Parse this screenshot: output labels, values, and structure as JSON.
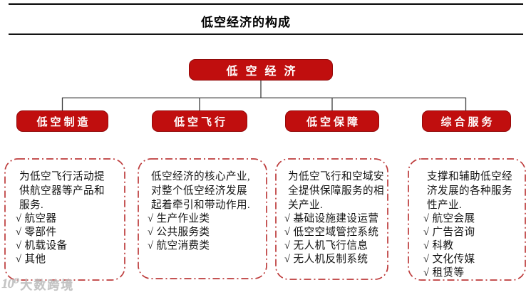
{
  "title": "低空经济的构成",
  "colors": {
    "node_red": "#c00e0e",
    "dash_border_red": "#bd3b3b",
    "connector": "#3d3d3d",
    "text": "#141414",
    "watermark_gray": "#b9b9b9"
  },
  "tree": {
    "root": {
      "label": "低空经济"
    },
    "children": [
      {
        "label": "低空制造"
      },
      {
        "label": "低空飞行"
      },
      {
        "label": "低空保障"
      },
      {
        "label": "综合服务"
      }
    ]
  },
  "boxes": [
    {
      "category": "低空制造",
      "desc_lines": [
        "为低空飞行活动提",
        "供航空器等产品和",
        "服务."
      ],
      "items": [
        "√ 航空器",
        "√ 零部件",
        "√ 机载设备",
        "√ 其他"
      ]
    },
    {
      "category": "低空飞行",
      "desc_lines": [
        "低空经济的核心产业,",
        "对整个低空经济发展",
        "起着牵引和带动作用."
      ],
      "items": [
        "√ 生产作业类",
        "√ 公共服务类",
        "√ 航空消费类"
      ]
    },
    {
      "category": "低空保障",
      "desc_lines": [
        "为低空飞行和空域安",
        "全提供保障服务的相",
        "关产业."
      ],
      "items": [
        "√ 基础设施建设运营",
        "√ 低空空域管控系统",
        "√ 无人机飞行信息",
        "√ 无人机反制系统"
      ]
    },
    {
      "category": "综合服务",
      "desc_lines": [
        "支撑和辅助低空经",
        "济发展的各种服务",
        "性产业."
      ],
      "items": [
        "√ 航空会展",
        "√ 广告咨询",
        "√ 科教",
        "√ 文化传媒",
        "√ 租赁等"
      ]
    }
  ],
  "watermark": {
    "logo": "10⁰",
    "text": "大数跨境"
  }
}
